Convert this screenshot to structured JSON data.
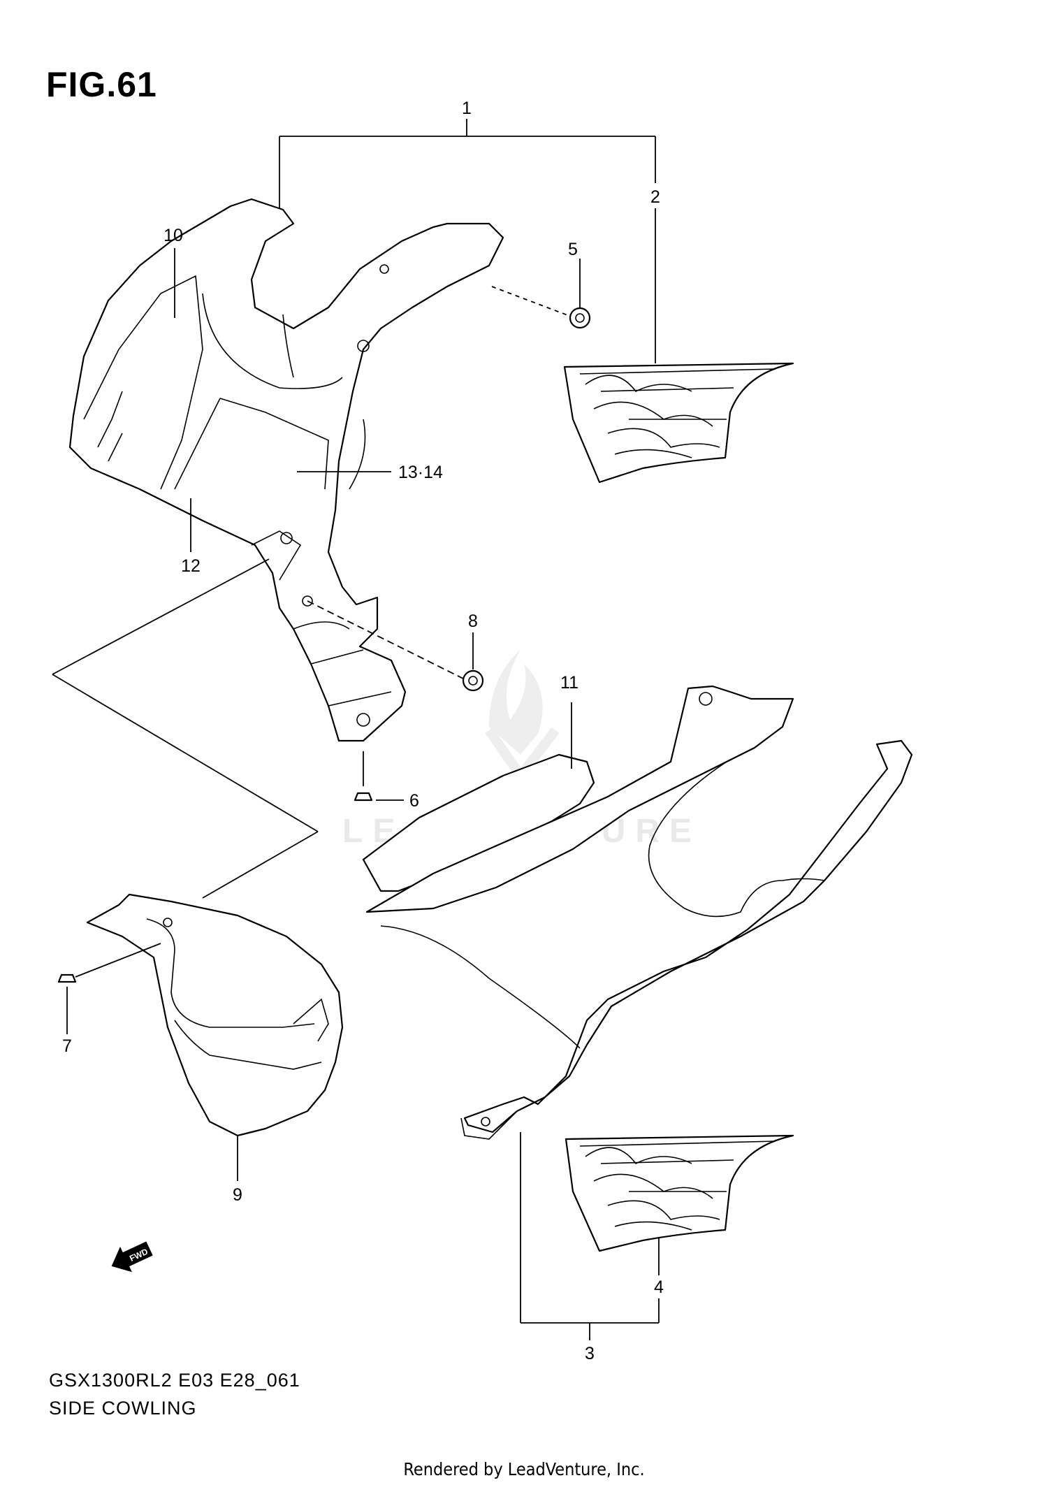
{
  "figure": {
    "title": "FIG.61"
  },
  "model_code": "GSX1300RL2 E03 E28_061",
  "section_name": "SIDE COWLING",
  "credit": "Rendered by LeadVenture, Inc.",
  "watermark": "LEADVENTURE",
  "fwd_label": "FWD",
  "callouts": {
    "c1": "1",
    "c2": "2",
    "c3": "3",
    "c4": "4",
    "c5": "5",
    "c6": "6",
    "c7": "7",
    "c8": "8",
    "c9": "9",
    "c10": "10",
    "c11": "11",
    "c12": "12",
    "c13_14": "13·14"
  },
  "colors": {
    "line": "#000000",
    "watermark": "#e9e9e9",
    "background": "#ffffff"
  }
}
